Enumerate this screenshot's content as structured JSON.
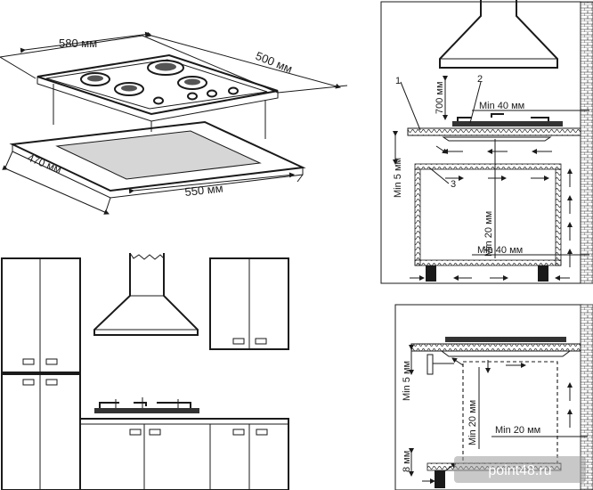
{
  "hob": {
    "width_label": "580 мм",
    "depth_label": "500 мм"
  },
  "cutout": {
    "depth_label": "470 мм",
    "width_label": "550 мм"
  },
  "install_top": {
    "callout_1": "1",
    "callout_2": "2",
    "callout_3": "3",
    "hood_height_label": "700 мм",
    "min_top_label": "Min 40 мм",
    "min_side_label": "Min 5 мм",
    "min_below_label": "Min 20 мм",
    "min_bottom_label": "Min 40 мм"
  },
  "install_bottom": {
    "min_side_label": "Min 5 мм",
    "min_vertical_label": "Min 20 мм",
    "min_horizontal_label": "Min 20 мм",
    "floor_label": "8 мм"
  },
  "watermark": {
    "text": "point48.ru"
  }
}
